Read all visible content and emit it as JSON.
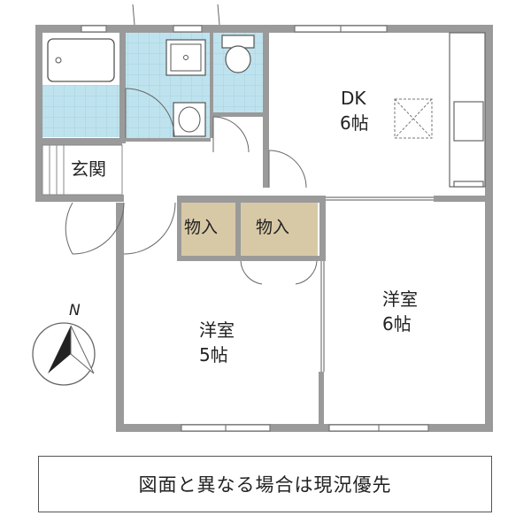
{
  "rooms": {
    "dk": {
      "name": "DK",
      "size": "6帖"
    },
    "western_east": {
      "name": "洋室",
      "size": "6帖"
    },
    "western_west": {
      "name": "洋室",
      "size": "5帖"
    },
    "entrance": {
      "name": "玄関"
    },
    "storage_left": {
      "name": "物入"
    },
    "storage_right": {
      "name": "物入"
    }
  },
  "compass": {
    "label": "N"
  },
  "disclaimer": {
    "text": "図面と異なる場合は現況優先"
  },
  "colors": {
    "wall": "#9a9a9a",
    "tile": "#bfe3ee",
    "storage": "#d8c9a6",
    "floor": "#ffffff"
  }
}
